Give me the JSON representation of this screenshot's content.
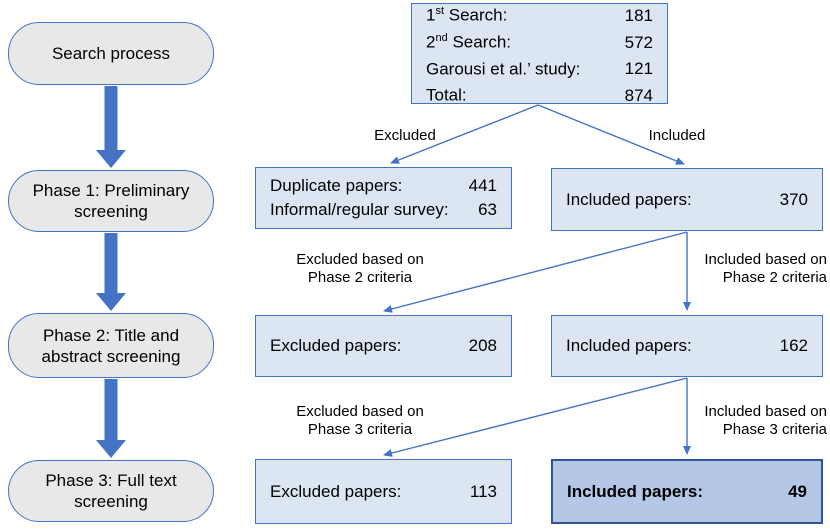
{
  "colors": {
    "box_fill": "#dce6f2",
    "box_border": "#4472c4",
    "final_fill": "#b4c7e7",
    "final_border": "#2f5597",
    "stage_fill": "#e9e8e8",
    "stage_border": "#4472c4",
    "arrow": "#4472c4",
    "text": "#000000"
  },
  "left_column": {
    "stages": [
      {
        "line1": "Search process",
        "line2": ""
      },
      {
        "line1": "Phase 1: Preliminary",
        "line2": "screening"
      },
      {
        "line1": "Phase 2: Title and",
        "line2": "abstract screening"
      },
      {
        "line1": "Phase 3: Full text",
        "line2": "screening"
      }
    ]
  },
  "summary_box": {
    "rows": [
      {
        "base": "1",
        "sup": "st",
        "rest": " Search:",
        "value": "181"
      },
      {
        "base": "2",
        "sup": "nd",
        "rest": " Search:",
        "value": "572"
      },
      {
        "base": "Garousi et al.’ study:",
        "sup": "",
        "rest": "",
        "value": "121"
      },
      {
        "base": "Total:",
        "sup": "",
        "rest": "",
        "value": "874"
      }
    ]
  },
  "branch_labels": {
    "excluded": "Excluded",
    "included": "Included"
  },
  "phase1": {
    "excluded_box": {
      "rows": [
        {
          "label": "Duplicate papers:",
          "value": "441"
        },
        {
          "label": "Informal/regular survey:",
          "value": "63"
        }
      ]
    },
    "included_box": {
      "label": "Included papers:",
      "value": "370"
    }
  },
  "phase2": {
    "excluded_note": {
      "line1": "Excluded based on",
      "line2": "Phase 2 criteria"
    },
    "included_note": {
      "line1": "Included based on",
      "line2": "Phase 2 criteria"
    },
    "excluded_box": {
      "label": "Excluded papers:",
      "value": "208"
    },
    "included_box": {
      "label": "Included papers:",
      "value": "162"
    }
  },
  "phase3": {
    "excluded_note": {
      "line1": "Excluded based on",
      "line2": "Phase 3 criteria"
    },
    "included_note": {
      "line1": "Included based on",
      "line2": "Phase 3 criteria"
    },
    "excluded_box": {
      "label": "Excluded papers:",
      "value": "113"
    },
    "included_box": {
      "label": "Included papers:",
      "value": "49"
    }
  }
}
